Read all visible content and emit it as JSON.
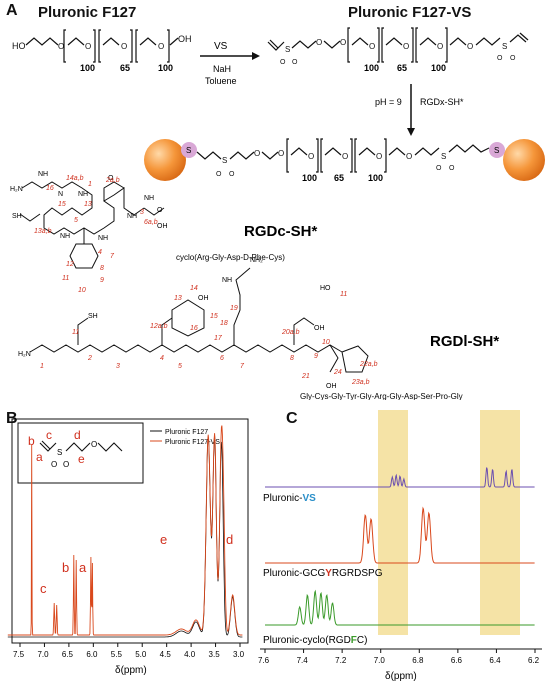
{
  "panelA": {
    "letter": "A",
    "left_title": "Pluronic F127",
    "right_title": "Pluronic F127-VS",
    "reaction1": {
      "reagent": "VS",
      "base": "NaH",
      "solvent": "Toluene"
    },
    "reaction2": {
      "ph": "pH = 9",
      "reagent": "RGDx-SH*"
    },
    "repeat_units": [
      "100",
      "65",
      "100"
    ],
    "peptide_cyclic_name": "RGDc-SH*",
    "peptide_cyclic_seq": "cyclo(Arg-Gly-Asp-D-Phe-Cys)",
    "peptide_linear_name": "RGDl-SH*",
    "peptide_linear_seq": "Gly-Cys-Gly-Tyr-Gly-Arg-Gly-Asp-Ser-Pro-Gly",
    "bead_label": "S"
  },
  "panelB": {
    "letter": "B",
    "legend": [
      "Pluronic F127",
      "Pluronic F127-VS"
    ],
    "colors": {
      "f127": "#111111",
      "vs": "#d9481c"
    },
    "peak_labels": [
      "c",
      "b",
      "a",
      "e",
      "d"
    ],
    "struct_labels": [
      "b",
      "c",
      "a",
      "d",
      "e"
    ],
    "xticks": [
      "7.5",
      "7.0",
      "6.5",
      "6.0",
      "5.5",
      "5.0",
      "4.5",
      "4.0",
      "3.5",
      "3.0"
    ],
    "xlabel": "δ(ppm)"
  },
  "panelC": {
    "letter": "C",
    "traces": [
      {
        "pre": "Pluronic-",
        "hl": "VS",
        "post": "",
        "color": "#6b4fb0",
        "hlcolor": "#2a8fc9"
      },
      {
        "pre": "Pluronic-GCG",
        "hl": "Y",
        "post": "RGRDSPG",
        "color": "#d9481c",
        "hlcolor": "#d0301e"
      },
      {
        "pre": "Pluronic-cyclo(RGD",
        "hl": "F",
        "post": "C)",
        "color": "#3a9a2a",
        "hlcolor": "#3a9a2a"
      }
    ],
    "xticks": [
      "7.6",
      "7.4",
      "7.2",
      "7.0",
      "6.8",
      "6.6",
      "6.4",
      "6.2"
    ],
    "xlabel": "δ(ppm)",
    "highlight_color": "#f5e3a6"
  }
}
